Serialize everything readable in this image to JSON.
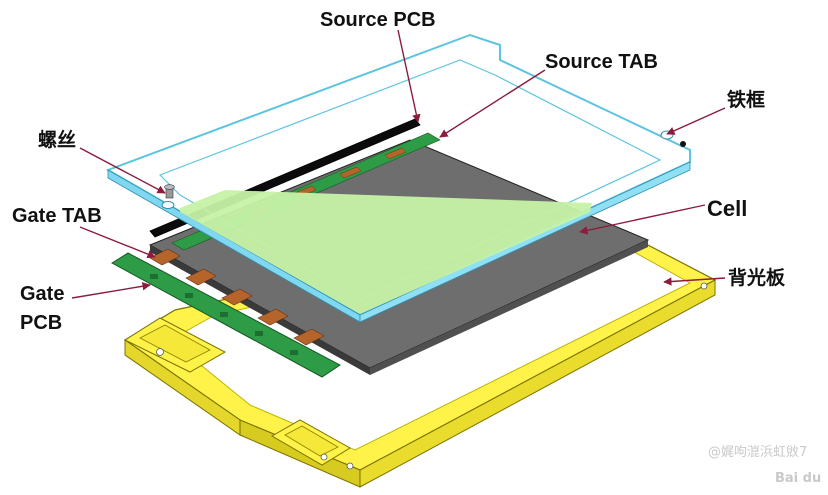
{
  "labels": {
    "source_pcb": "Source PCB",
    "source_tab": "Source TAB",
    "screw": "螺丝",
    "iron_frame": "铁框",
    "gate_tab": "Gate TAB",
    "cell": "Cell",
    "gate_pcb_line1": "Gate",
    "gate_pcb_line2": "PCB",
    "backlight": "背光板"
  },
  "watermark": {
    "user": "@娓呴潉浜虹敓7",
    "brand": "Bai du"
  },
  "colors": {
    "frame_cyan": "#7fd8ef",
    "cell_gray": "#6e6e6e",
    "film_green": "#c6f2a6",
    "pcb_green": "#2e9b46",
    "tab_brown": "#b5652b",
    "backlight_yellow": "#fff34a",
    "leader_line": "#8b1c3c"
  }
}
